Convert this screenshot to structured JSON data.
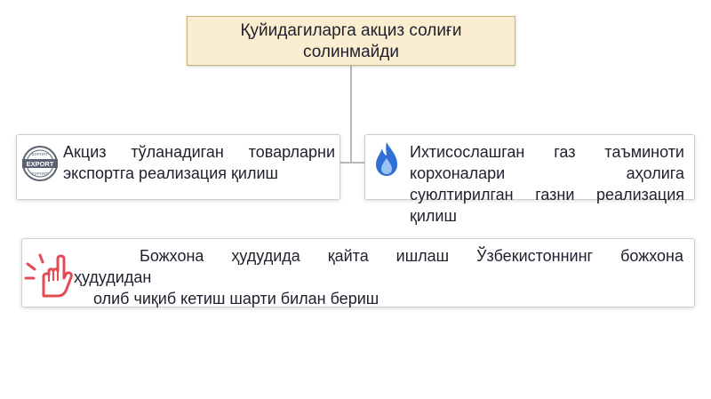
{
  "title": {
    "line1": "Қуйидагиларга акциз солиғи",
    "line2": "солинмайди"
  },
  "left_card": {
    "icon": "export-stamp-icon",
    "line1": "Акциз тўланадиган товарларни",
    "line2": "экспортга реализация қилиш"
  },
  "right_card": {
    "icon": "gas-flame-icon",
    "line1": "Ихтисослашган газ таъминоти",
    "line2": "корхоналари аҳолига",
    "line3": "суюлтирилган газни реализация",
    "line4": "қилиш"
  },
  "bottom_card": {
    "icon": "pointing-hand-icon",
    "line1": "Божхона ҳудудида қайта ишлаш Ўзбекистоннинг божхона",
    "line2": "ҳудудидан",
    "line3": "олиб чиқиб кетиш шарти билан бериш"
  },
  "icon_labels": {
    "stamp_top": "EXPORT",
    "stamp_center": "EXPORT",
    "stamp_bottom": "EXPORT"
  },
  "colors": {
    "title_fill": "#fbeed0",
    "title_border": "#c8b27a",
    "flame_blue": "#2f6fd6",
    "hand_red": "#e34b55",
    "stamp_gray": "#5a6170"
  }
}
